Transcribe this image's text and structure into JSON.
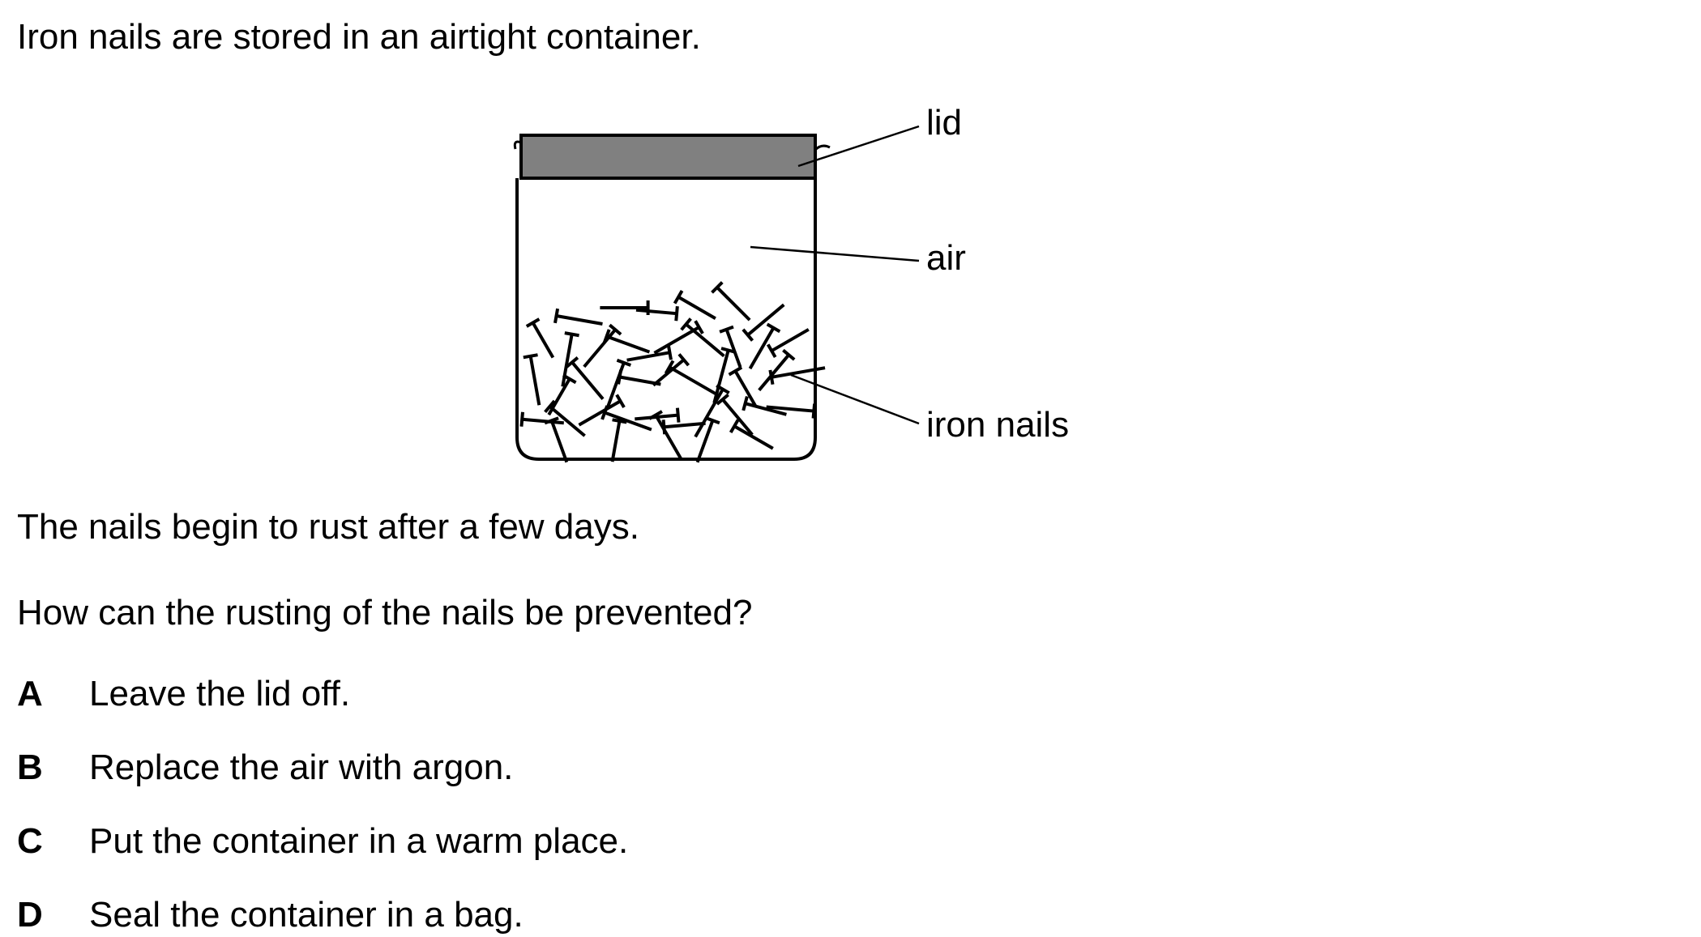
{
  "intro": "Iron nails are stored in an airtight container.",
  "diagram": {
    "labels": {
      "lid": "lid",
      "air": "air",
      "nails": "iron nails"
    },
    "colors": {
      "lid_fill": "#808080",
      "outline": "#000000"
    }
  },
  "observation": "The nails begin to rust after a few days.",
  "question": "How can the rusting of the nails be prevented?",
  "options": [
    {
      "letter": "A",
      "text": "Leave the lid off."
    },
    {
      "letter": "B",
      "text": "Replace the air with argon."
    },
    {
      "letter": "C",
      "text": "Put the container in a warm place."
    },
    {
      "letter": "D",
      "text": "Seal the container in a bag."
    }
  ]
}
